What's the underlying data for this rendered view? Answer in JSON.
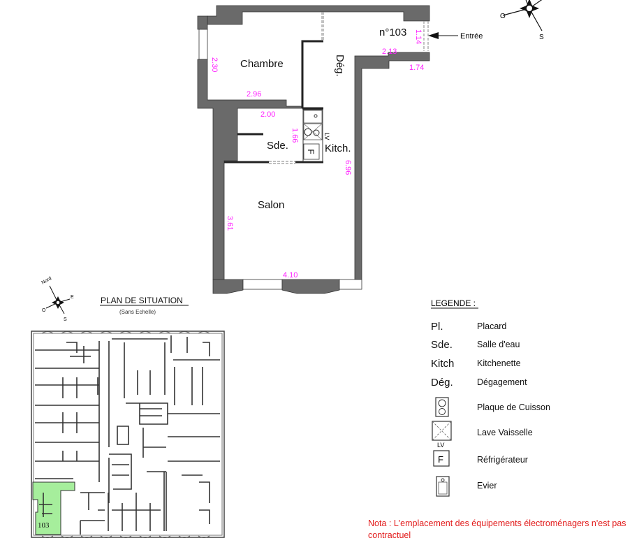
{
  "plan": {
    "unit_number": "n°103",
    "entrance_label": "Entrée",
    "rooms": {
      "chambre": "Chambre",
      "degagement": "Dég.",
      "salle_eau": "Sde.",
      "kitchenette": "Kitch.",
      "salon": "Salon",
      "fridge_mark": "F",
      "dishwasher_mark": "LV"
    },
    "dimensions": {
      "chambre_height": "2.30",
      "chambre_width": "2.96",
      "sde_width": "2.00",
      "kitchen_height": "1.66",
      "entry_height": "1.14",
      "entry_width": "2.13",
      "entry_outer": "1.74",
      "deg_length": "6.96",
      "salon_height": "3.61",
      "salon_width": "4.10"
    },
    "compass": {
      "west": "O",
      "south": "S"
    }
  },
  "situation": {
    "title": "PLAN DE SITUATION",
    "subtitle": "(Sans Echelle)",
    "highlight_label": "103",
    "highlight_color": "#a6ee9c",
    "compass": {
      "north": "Nord",
      "east": "E",
      "west": "O",
      "south": "S"
    }
  },
  "legend": {
    "title": "LEGENDE :",
    "items": [
      {
        "abbr": "Pl.",
        "label": "Placard"
      },
      {
        "abbr": "Sde.",
        "label": "Salle d'eau"
      },
      {
        "abbr": "Kitch",
        "label": "Kitchenette"
      },
      {
        "abbr": "Dég.",
        "label": "Dégagement"
      },
      {
        "icon": "cooktop-icon",
        "label": "Plaque de Cuisson"
      },
      {
        "icon": "dishwasher-icon",
        "icon_text": "LV",
        "label": "Lave Vaisselle"
      },
      {
        "icon": "fridge-icon",
        "icon_text": "F",
        "label": "Réfrigérateur"
      },
      {
        "icon": "sink-icon",
        "label": "Evier"
      }
    ]
  },
  "note": "Nota : L'emplacement des équipements électroménagers n'est pas contractuel"
}
